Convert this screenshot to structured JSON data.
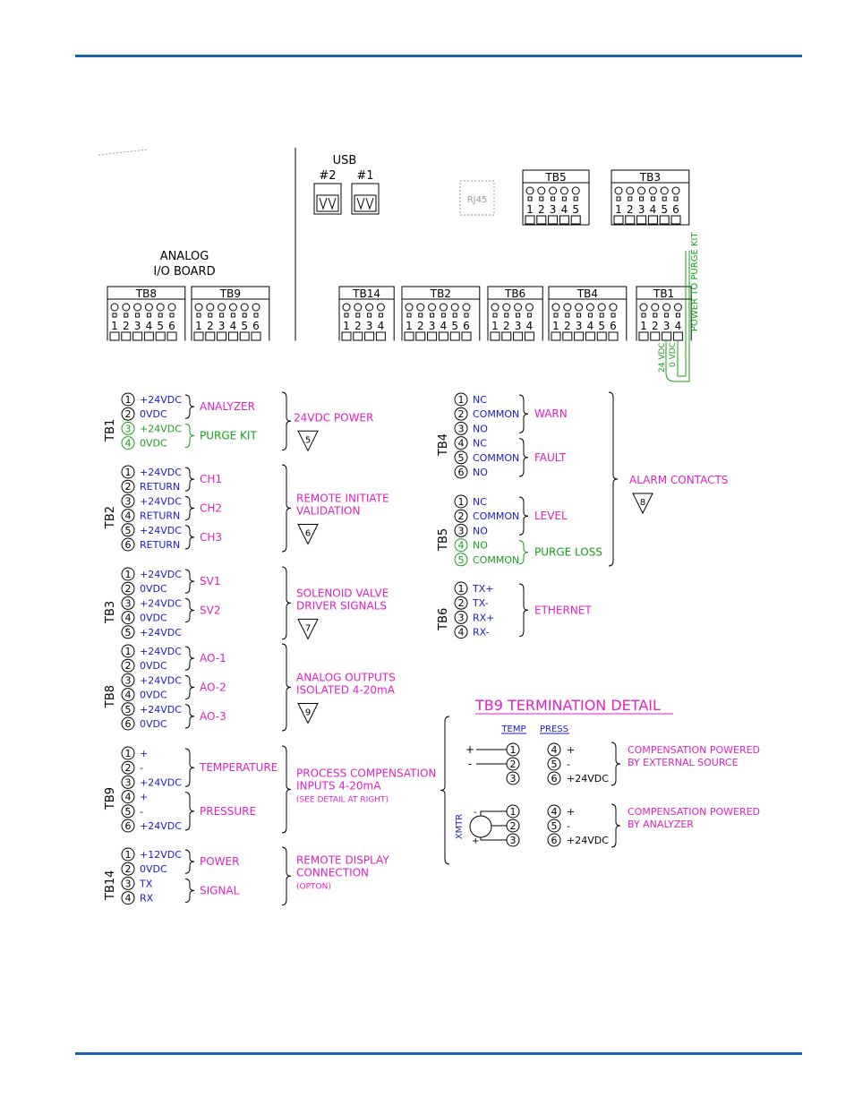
{
  "colors": {
    "rule": "#1b63a6",
    "black": "#000000",
    "blue": "#1a1acc",
    "magenta": "#e020c8",
    "green": "#18a018",
    "gray": "#999999"
  },
  "board": {
    "analog_label": [
      "ANALOG",
      "I/O BOARD"
    ],
    "usb_label": "USB",
    "usb_ports": [
      "#2",
      "#1"
    ],
    "rj45_label": "RJ45",
    "top_blocks": [
      {
        "label": "TB5",
        "pins": [
          "1",
          "2",
          "3",
          "4",
          "5"
        ]
      },
      {
        "label": "TB3",
        "pins": [
          "1",
          "2",
          "3",
          "4",
          "5",
          "6"
        ]
      }
    ],
    "bottom_blocks": [
      {
        "label": "TB8",
        "pins": [
          "1",
          "2",
          "3",
          "4",
          "5",
          "6"
        ]
      },
      {
        "label": "TB9",
        "pins": [
          "1",
          "2",
          "3",
          "4",
          "5",
          "6"
        ]
      },
      {
        "label": "TB14",
        "pins": [
          "1",
          "2",
          "3",
          "4"
        ]
      },
      {
        "label": "TB2",
        "pins": [
          "1",
          "2",
          "3",
          "4",
          "5",
          "6"
        ]
      },
      {
        "label": "TB6",
        "pins": [
          "1",
          "2",
          "3",
          "4"
        ]
      },
      {
        "label": "TB4",
        "pins": [
          "1",
          "2",
          "3",
          "4",
          "5",
          "6"
        ]
      },
      {
        "label": "TB1",
        "pins": [
          "1",
          "2",
          "3",
          "4"
        ]
      }
    ],
    "purge_kit_label": "POWER TO PURGE KIT",
    "purge_wires": [
      "24 VDC",
      "0 VDC"
    ]
  },
  "left_sections": [
    {
      "tb": "TB1",
      "pins": [
        {
          "n": "1",
          "label": "+24VDC",
          "green": false
        },
        {
          "n": "2",
          "label": "0VDC",
          "green": false
        },
        {
          "n": "3",
          "label": "+24VDC",
          "green": true
        },
        {
          "n": "4",
          "label": "0VDC",
          "green": true
        }
      ],
      "groups": [
        {
          "label": "ANALYZER",
          "green": false
        },
        {
          "label": "PURGE KIT",
          "green": true
        }
      ],
      "desc": [
        "24VDC POWER"
      ],
      "note": "5"
    },
    {
      "tb": "TB2",
      "pins": [
        {
          "n": "1",
          "label": "+24VDC"
        },
        {
          "n": "2",
          "label": "RETURN"
        },
        {
          "n": "3",
          "label": "+24VDC"
        },
        {
          "n": "4",
          "label": "RETURN"
        },
        {
          "n": "5",
          "label": "+24VDC"
        },
        {
          "n": "6",
          "label": "RETURN"
        }
      ],
      "groups": [
        {
          "label": "CH1"
        },
        {
          "label": "CH2"
        },
        {
          "label": "CH3"
        }
      ],
      "desc": [
        "REMOTE INITIATE",
        "VALIDATION"
      ],
      "note": "6"
    },
    {
      "tb": "TB3",
      "pins": [
        {
          "n": "1",
          "label": "+24VDC"
        },
        {
          "n": "2",
          "label": "0VDC"
        },
        {
          "n": "3",
          "label": "+24VDC"
        },
        {
          "n": "4",
          "label": "0VDC"
        },
        {
          "n": "5",
          "label": "+24VDC"
        }
      ],
      "groups": [
        {
          "label": "SV1"
        },
        {
          "label": "SV2"
        }
      ],
      "desc": [
        "SOLENOID VALVE",
        "DRIVER SIGNALS"
      ],
      "note": "7"
    },
    {
      "tb": "TB8",
      "pins": [
        {
          "n": "1",
          "label": "+24VDC"
        },
        {
          "n": "2",
          "label": "0VDC"
        },
        {
          "n": "3",
          "label": "+24VDC"
        },
        {
          "n": "4",
          "label": "0VDC"
        },
        {
          "n": "5",
          "label": "+24VDC"
        },
        {
          "n": "6",
          "label": "0VDC"
        }
      ],
      "groups": [
        {
          "label": "AO-1"
        },
        {
          "label": "AO-2"
        },
        {
          "label": "AO-3"
        }
      ],
      "desc": [
        "ANALOG OUTPUTS",
        "ISOLATED 4-20mA"
      ],
      "note": "9"
    },
    {
      "tb": "TB9",
      "pins": [
        {
          "n": "1",
          "label": "+"
        },
        {
          "n": "2",
          "label": "-"
        },
        {
          "n": "3",
          "label": "+24VDC"
        },
        {
          "n": "4",
          "label": "+"
        },
        {
          "n": "5",
          "label": "-"
        },
        {
          "n": "6",
          "label": "+24VDC"
        }
      ],
      "groups": [
        {
          "label": "TEMPERATURE"
        },
        {
          "label": "PRESSURE"
        }
      ],
      "desc": [
        "PROCESS COMPENSATION",
        "INPUTS 4-20mA",
        "(SEE DETAIL AT RIGHT)"
      ],
      "note": ""
    },
    {
      "tb": "TB14",
      "pins": [
        {
          "n": "1",
          "label": "+12VDC"
        },
        {
          "n": "2",
          "label": "0VDC"
        },
        {
          "n": "3",
          "label": "TX"
        },
        {
          "n": "4",
          "label": "RX"
        }
      ],
      "groups": [
        {
          "label": "POWER"
        },
        {
          "label": "SIGNAL"
        }
      ],
      "desc": [
        "REMOTE DISPLAY",
        "CONNECTION",
        "(OPTON)"
      ],
      "note": ""
    }
  ],
  "right_sections": [
    {
      "tb": "TB4",
      "pins": [
        {
          "n": "1",
          "label": "NC"
        },
        {
          "n": "2",
          "label": "COMMON"
        },
        {
          "n": "3",
          "label": "NO"
        },
        {
          "n": "4",
          "label": "NC"
        },
        {
          "n": "5",
          "label": "COMMON"
        },
        {
          "n": "6",
          "label": "NO"
        }
      ],
      "groups": [
        {
          "label": "WARN"
        },
        {
          "label": "FAULT"
        }
      ]
    },
    {
      "tb": "TB5",
      "pins": [
        {
          "n": "1",
          "label": "NC",
          "green": false
        },
        {
          "n": "2",
          "label": "COMMON",
          "green": false
        },
        {
          "n": "3",
          "label": "NO",
          "green": false
        },
        {
          "n": "4",
          "label": "NO",
          "green": true
        },
        {
          "n": "5",
          "label": "COMMON",
          "green": true
        }
      ],
      "groups": [
        {
          "label": "LEVEL",
          "green": false
        },
        {
          "label": "PURGE LOSS",
          "green": true
        }
      ]
    },
    {
      "tb": "TB6",
      "pins": [
        {
          "n": "1",
          "label": "TX+"
        },
        {
          "n": "2",
          "label": "TX-"
        },
        {
          "n": "3",
          "label": "RX+"
        },
        {
          "n": "4",
          "label": "RX-"
        }
      ],
      "groups": [
        {
          "label": "ETHERNET"
        }
      ]
    }
  ],
  "alarm": {
    "label": "ALARM CONTACTS",
    "note": "8"
  },
  "detail": {
    "title": "TB9 TERMINATION DETAIL",
    "col_temp": "TEMP",
    "col_press": "PRESS",
    "external": {
      "pins_temp": [
        "1",
        "2",
        "3"
      ],
      "pins_press": [
        "4",
        "5",
        "6"
      ],
      "press_labels": [
        "+",
        "-",
        "+24VDC"
      ],
      "wire_signs": [
        "+",
        "-"
      ],
      "desc": [
        "COMPENSATION POWERED",
        "BY EXTERNAL SOURCE"
      ]
    },
    "analyzer": {
      "pins_temp": [
        "1",
        "2",
        "3"
      ],
      "pins_press": [
        "4",
        "5",
        "6"
      ],
      "press_labels": [
        "+",
        "-",
        "+24VDC"
      ],
      "xmtr": "XMTR",
      "xmtr_signs": [
        "-",
        "+"
      ],
      "desc": [
        "COMPENSATION POWERED",
        "BY ANALYZER"
      ]
    }
  }
}
